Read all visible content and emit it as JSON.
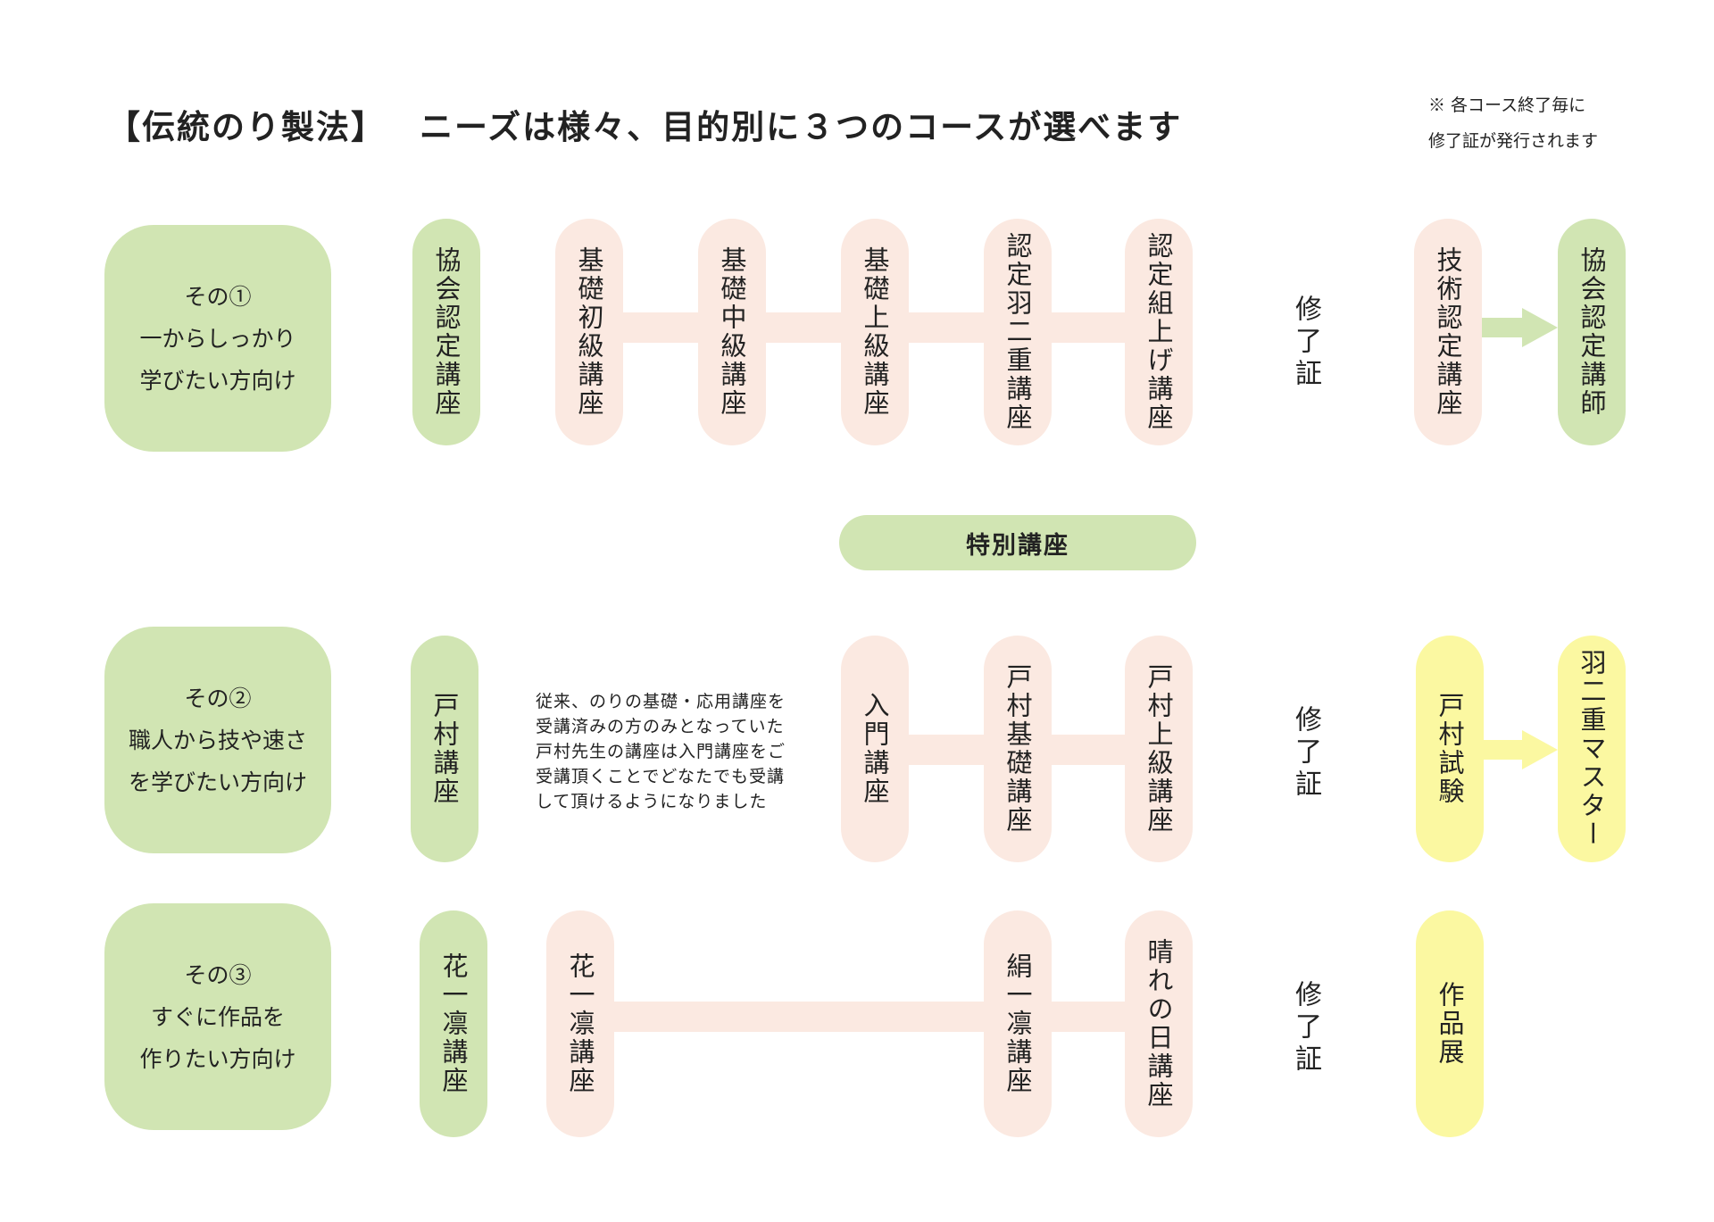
{
  "header": {
    "title": "【伝統のり製法】",
    "subtitle": "ニーズは様々、目的別に３つのコースが選べます",
    "note": "※ 各コース終了毎に\n修了証が発行されます"
  },
  "colors": {
    "green": "#d1e5b3",
    "pink": "#fbe9e1",
    "yellow": "#fbf8a1"
  },
  "rows": {
    "r1": {
      "label": "その①\n一からしっかり\n学びたい方向け",
      "c1": "協会認定講座",
      "c2": "基礎初級講座",
      "c3": "基礎中級講座",
      "c4": "基礎上級講座",
      "c5": "認定羽二重講座",
      "c6": "認定組上げ講座",
      "cert": "修了証",
      "c7": "技術認定講座",
      "c8": "協会認定講師"
    },
    "special": "特別講座",
    "r2": {
      "label": "その②\n職人から技や速さ\nを学びたい方向け",
      "c1": "戸村講座",
      "note": "従来、のりの基礎・応用講座を\n受講済みの方のみとなっていた\n戸村先生の講座は入門講座をご\n受講頂くことでどなたでも受講\nして頂けるようになりました",
      "c2": "入門講座",
      "c3": "戸村基礎講座",
      "c4": "戸村上級講座",
      "cert": "修了証",
      "c5": "戸村試験",
      "c6": "羽二重マスター"
    },
    "r3": {
      "label": "その③\nすぐに作品を\n作りたい方向け",
      "c1": "花一凛講座",
      "c2": "花一凛講座",
      "c3": "絹一凛講座",
      "c4": "晴れの日講座",
      "cert": "修了証",
      "c5": "作品展"
    }
  }
}
